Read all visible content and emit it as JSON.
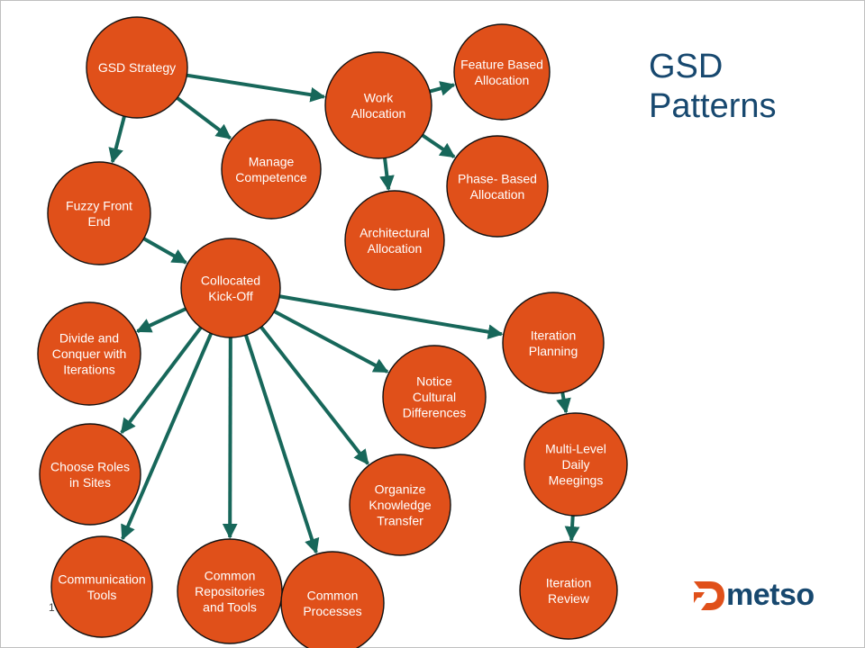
{
  "title": [
    "GSD",
    "Patterns"
  ],
  "logo_text": "metso",
  "page_number": "1",
  "colors": {
    "node": "#e0501a",
    "arrow": "#17675a",
    "title": "#17486f",
    "logo_accent": "#e0501a"
  },
  "nodes": [
    {
      "id": "gsd-strategy",
      "lines": [
        "GSD Strategy"
      ]
    },
    {
      "id": "work-allocation",
      "lines": [
        "Work",
        "Allocation"
      ]
    },
    {
      "id": "feature-based-allocation",
      "lines": [
        "Feature Based",
        "Allocation"
      ]
    },
    {
      "id": "fuzzy-front-end",
      "lines": [
        "Fuzzy Front",
        "End"
      ]
    },
    {
      "id": "manage-competence",
      "lines": [
        "Manage",
        "Competence"
      ]
    },
    {
      "id": "architectural-allocation",
      "lines": [
        "Architectural",
        "Allocation"
      ]
    },
    {
      "id": "phase-based-allocation",
      "lines": [
        "Phase- Based",
        "Allocation"
      ]
    },
    {
      "id": "collocated-kick-off",
      "lines": [
        "Collocated",
        "Kick-Off"
      ]
    },
    {
      "id": "divide-and-conquer",
      "lines": [
        "Divide and",
        "Conquer with",
        "Iterations"
      ]
    },
    {
      "id": "notice-cultural-differences",
      "lines": [
        "Notice",
        "Cultural",
        "Differences"
      ]
    },
    {
      "id": "iteration-planning",
      "lines": [
        "Iteration",
        "Planning"
      ]
    },
    {
      "id": "choose-roles-in-sites",
      "lines": [
        "Choose Roles",
        "in Sites"
      ]
    },
    {
      "id": "organize-knowledge-transfer",
      "lines": [
        "Organize",
        "Knowledge",
        "Transfer"
      ]
    },
    {
      "id": "multi-level-daily-meetings",
      "lines": [
        "Multi-Level",
        "Daily",
        "Meegings"
      ]
    },
    {
      "id": "communication-tools",
      "lines": [
        "Communication",
        "Tools"
      ]
    },
    {
      "id": "common-repositories-and-tools",
      "lines": [
        "Common",
        "Repositories",
        "and Tools"
      ]
    },
    {
      "id": "common-processes",
      "lines": [
        "Common",
        "Processes"
      ]
    },
    {
      "id": "iteration-review",
      "lines": [
        "Iteration",
        "Review"
      ]
    }
  ],
  "edges": [
    {
      "from": "gsd-strategy",
      "to": "work-allocation"
    },
    {
      "from": "gsd-strategy",
      "to": "fuzzy-front-end"
    },
    {
      "from": "gsd-strategy",
      "to": "manage-competence"
    },
    {
      "from": "work-allocation",
      "to": "feature-based-allocation"
    },
    {
      "from": "work-allocation",
      "to": "phase-based-allocation"
    },
    {
      "from": "work-allocation",
      "to": "architectural-allocation"
    },
    {
      "from": "fuzzy-front-end",
      "to": "collocated-kick-off"
    },
    {
      "from": "collocated-kick-off",
      "to": "divide-and-conquer"
    },
    {
      "from": "collocated-kick-off",
      "to": "iteration-planning"
    },
    {
      "from": "collocated-kick-off",
      "to": "notice-cultural-differences"
    },
    {
      "from": "collocated-kick-off",
      "to": "choose-roles-in-sites"
    },
    {
      "from": "collocated-kick-off",
      "to": "communication-tools"
    },
    {
      "from": "collocated-kick-off",
      "to": "common-repositories-and-tools"
    },
    {
      "from": "collocated-kick-off",
      "to": "common-processes"
    },
    {
      "from": "collocated-kick-off",
      "to": "organize-knowledge-transfer"
    },
    {
      "from": "iteration-planning",
      "to": "multi-level-daily-meetings"
    },
    {
      "from": "multi-level-daily-meetings",
      "to": "iteration-review"
    }
  ]
}
